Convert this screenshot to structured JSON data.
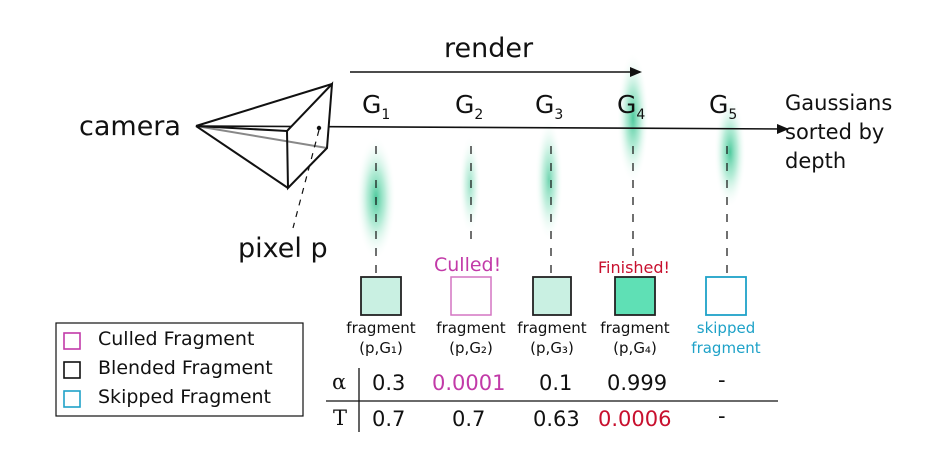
{
  "colors": {
    "culled": "#c23aa8",
    "finished": "#c8102e",
    "skipped": "#1fa2c8",
    "gaussian": "#2fc08c",
    "fragment_fill": "#c9f0e2",
    "fragment_fill_dark": "#5fe0b5"
  },
  "render_label": "render",
  "camera_label": "camera",
  "pixel_label": "pixel p",
  "axis_label": {
    "line1": "Gaussians",
    "line2": "sorted by",
    "line3": "depth"
  },
  "gaussians": [
    {
      "base": "G",
      "sub": "1"
    },
    {
      "base": "G",
      "sub": "2"
    },
    {
      "base": "G",
      "sub": "3"
    },
    {
      "base": "G",
      "sub": "4"
    },
    {
      "base": "G",
      "sub": "5"
    }
  ],
  "annotations": {
    "culled": "Culled!",
    "finished": "Finished!"
  },
  "fragments": [
    {
      "line1": "fragment",
      "line2": "(p,G₁)",
      "state": "blended"
    },
    {
      "line1": "fragment",
      "line2": "(p,G₂)",
      "state": "culled"
    },
    {
      "line1": "fragment",
      "line2": "(p,G₃)",
      "state": "blended"
    },
    {
      "line1": "fragment",
      "line2": "(p,G₄)",
      "state": "blended"
    },
    {
      "line1": "skipped",
      "line2": "fragment",
      "state": "skipped"
    }
  ],
  "table": {
    "alpha_symbol": "α",
    "t_symbol": "T",
    "alpha": [
      "0.3",
      "0.0001",
      "0.1",
      "0.999",
      "-"
    ],
    "T": [
      "0.7",
      "0.7",
      "0.63",
      "0.0006",
      "-"
    ]
  },
  "legend": [
    {
      "label": "Culled Fragment",
      "kind": "culled"
    },
    {
      "label": "Blended Fragment",
      "kind": "blended"
    },
    {
      "label": "Skipped Fragment",
      "kind": "skipped"
    }
  ]
}
